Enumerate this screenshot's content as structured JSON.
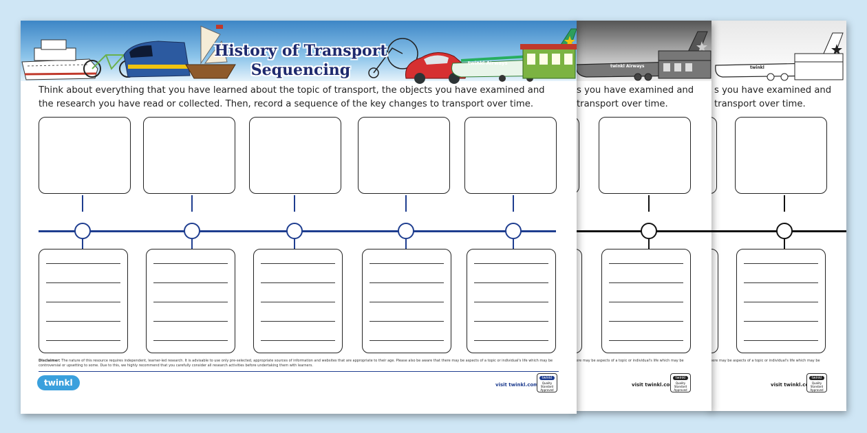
{
  "worksheet": {
    "title_line1": "History of Transport",
    "title_line2": "Sequencing",
    "instruction_line1": "Think about everything that you have learned about the topic of transport, the objects you have examined and",
    "instruction_line2": "the research you have read or collected. Then, record a sequence of the key changes to transport over time.",
    "instruction_line1_partial": "s you have examined and",
    "instruction_line2_partial": "transport over time.",
    "disclaimer_label": "Disclaimer:",
    "disclaimer_text": "The nature of this resource requires independent, learner-led research. It is advisable to use only pre-selected, appropriate sources of information and websites that are appropriate to their age. Please also be aware that there may be aspects of a topic or individual's life which may be controversial or upsetting to some. Due to this, we highly recommend that you carefully consider all research activities before undertaking them with learners.",
    "disclaimer_partial": "there may be aspects of a topic or individual's life which may be",
    "visit_link": "visit twinkl.com",
    "logo_text": "twinkl",
    "badge_brand": "twinkl",
    "badge_text": "Quality Standard Approved"
  },
  "illustrations": {
    "airline_label": "twinkl Airways",
    "airline_label_partial": "twinkl"
  },
  "colors": {
    "accent": "#1e3d8f",
    "sky_top": "#3d86c6",
    "background": "#cfe6f5"
  }
}
